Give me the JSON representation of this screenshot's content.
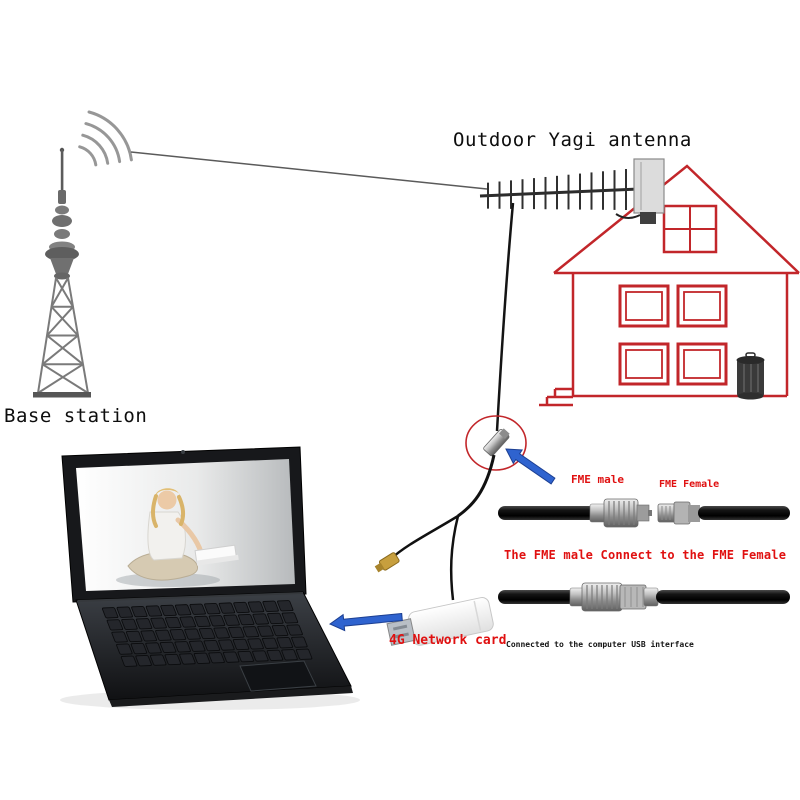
{
  "labels": {
    "base_station": "Base station",
    "outdoor_yagi": "Outdoor Yagi antenna",
    "fme_male": "FME male",
    "fme_female": "FME Female",
    "fme_sentence": "The FME male Connect to the FME Female",
    "network_card": "4G Network card",
    "usb_note": "Connected to the computer USB interface"
  },
  "colors": {
    "label_red": "#e01010",
    "house_outline_red": "#c2262a",
    "arrow_blue": "#2f63cf",
    "text_black": "#0d0d0d",
    "background": "#ffffff"
  }
}
